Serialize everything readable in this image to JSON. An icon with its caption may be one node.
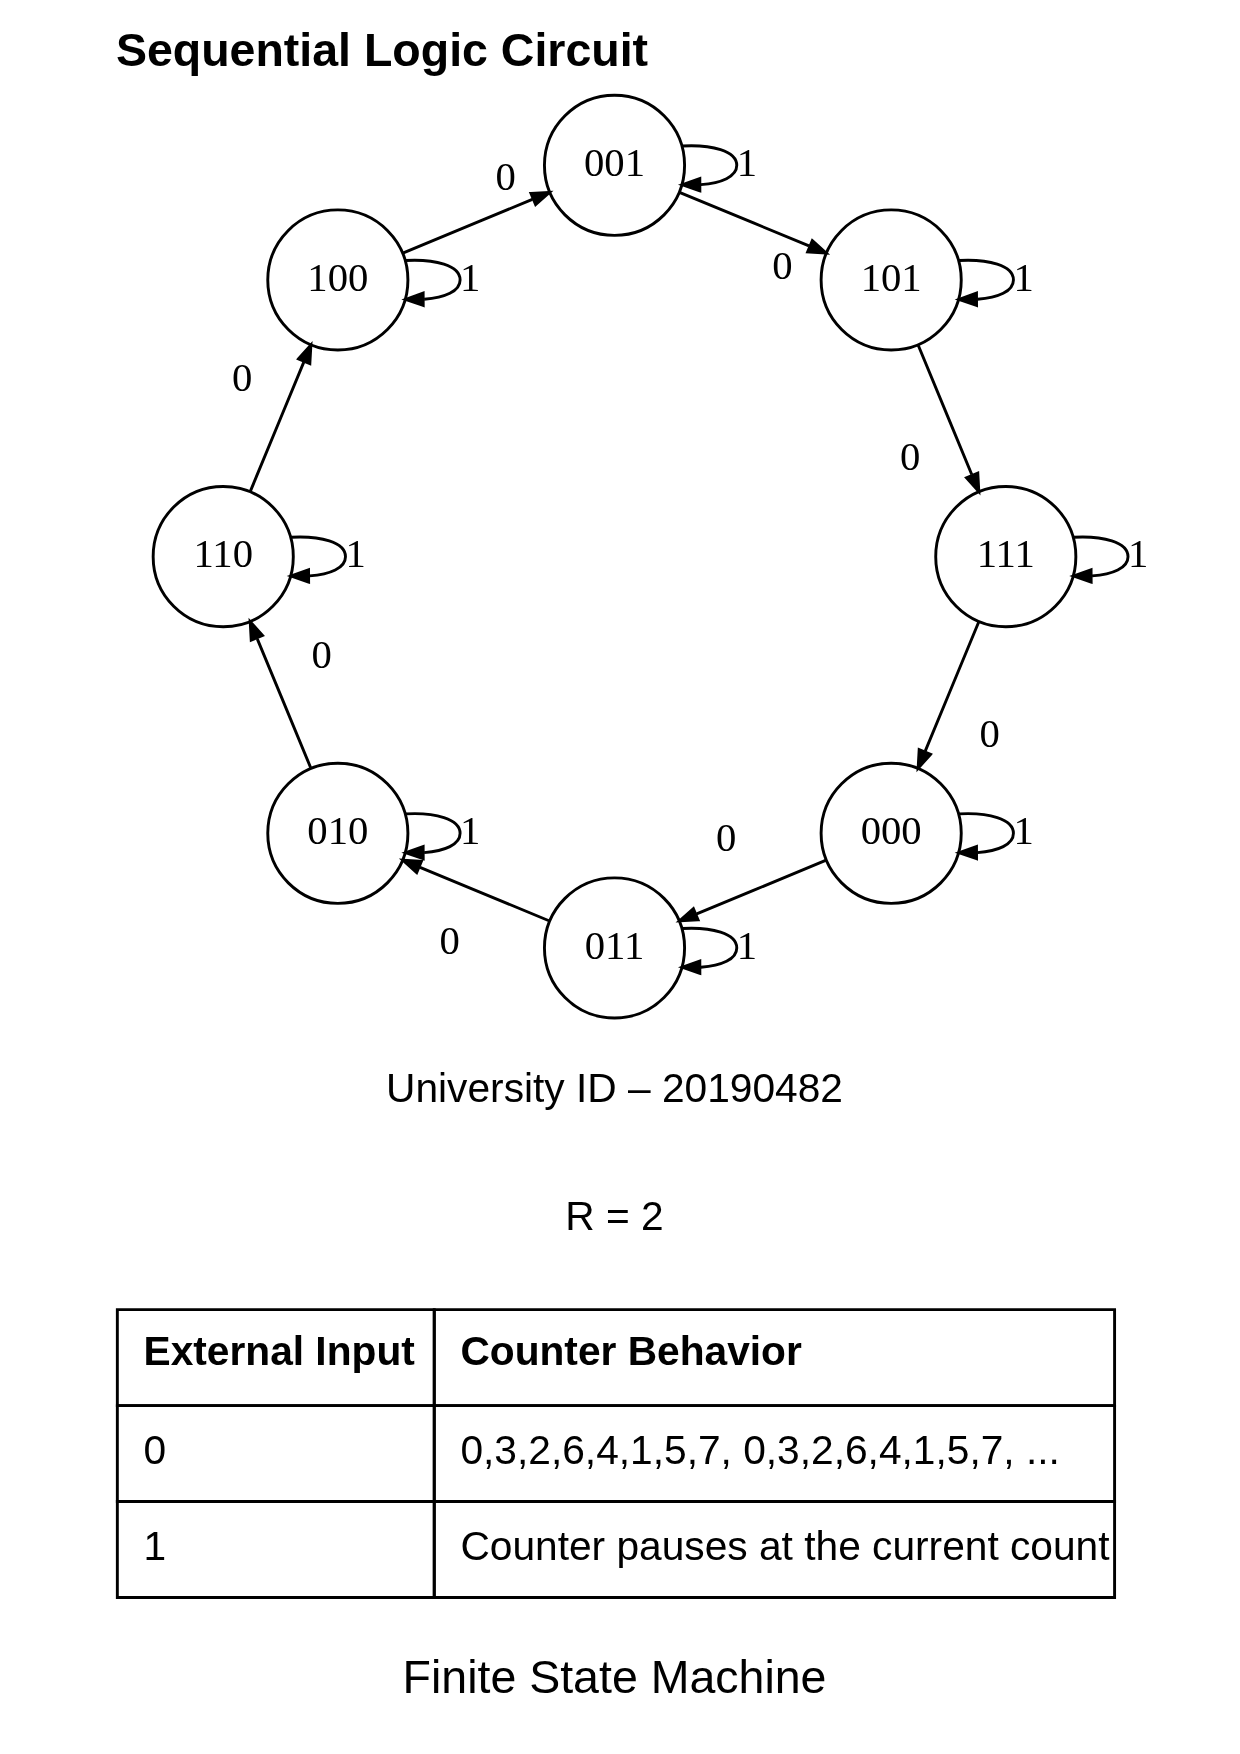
{
  "diagram": {
    "title": "Sequential Logic Circuit",
    "caption": "Finite State Machine",
    "nodes": [
      {
        "text": [
          "000"
        ]
      },
      {
        "text": [
          "011"
        ]
      },
      {
        "text": [
          "010"
        ]
      },
      {
        "text": [
          "110"
        ]
      },
      {
        "text": [
          "100"
        ]
      },
      {
        "text": [
          "001"
        ]
      },
      {
        "text": [
          "101"
        ]
      },
      {
        "text": [
          "111"
        ]
      }
    ],
    "edges": [
      {
        "from": 0,
        "to": 1,
        "arrow": "to",
        "label": "0"
      },
      {
        "from": 1,
        "to": 2,
        "arrow": "to",
        "label": "0"
      },
      {
        "from": 2,
        "to": 3,
        "arrow": "to",
        "label": "0"
      },
      {
        "from": 3,
        "to": 4,
        "arrow": "to",
        "label": "0"
      },
      {
        "from": 4,
        "to": 5,
        "arrow": "to",
        "label": "0"
      },
      {
        "from": 5,
        "to": 6,
        "arrow": "to",
        "label": "0"
      },
      {
        "from": 6,
        "to": 7,
        "arrow": "to",
        "label": "0"
      },
      {
        "from": 7,
        "to": 0,
        "arrow": "to",
        "label": "0"
      },
      {
        "from": 0,
        "to": 0,
        "arrow": "to",
        "label": "1"
      },
      {
        "from": 1,
        "to": 1,
        "arrow": "to",
        "label": "1"
      },
      {
        "from": 2,
        "to": 2,
        "arrow": "to",
        "label": "1"
      },
      {
        "from": 3,
        "to": 3,
        "arrow": "to",
        "label": "1"
      },
      {
        "from": 4,
        "to": 4,
        "arrow": "to",
        "label": "1"
      },
      {
        "from": 5,
        "to": 5,
        "arrow": "to",
        "label": "1"
      },
      {
        "from": 6,
        "to": 6,
        "arrow": "to",
        "label": "1"
      },
      {
        "from": 7,
        "to": 7,
        "arrow": "to",
        "label": "1"
      }
    ],
    "labels": [
      "University ID – 20190482",
      "R = 2",
      "External Input",
      "Counter Behavior",
      "0",
      "0,3,2,6,4,1,5,7, 0,3,2,6,4,1,5,7, ...",
      "1",
      "Counter pauses at the current count"
    ]
  }
}
